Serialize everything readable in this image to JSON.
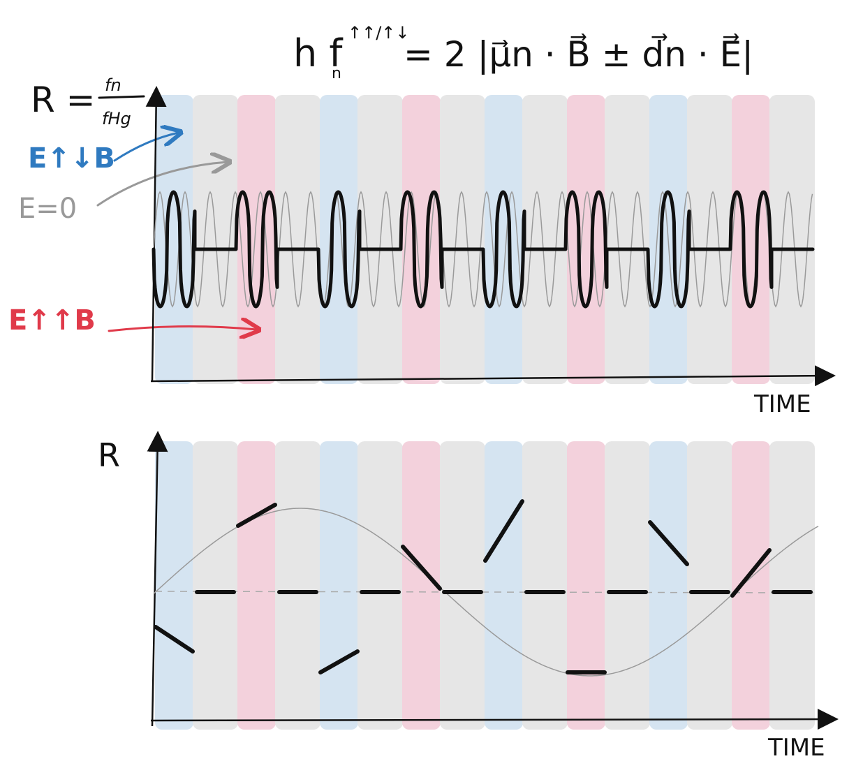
{
  "equation": {
    "lhs": "h f",
    "sub": "n",
    "sup": "↑↑/↑↓",
    "rhs": "= 2 |μ⃗n · B⃗ ± d⃗n · E⃗|"
  },
  "ratio": {
    "lhs": "R =",
    "num": "fn",
    "den": "fHg"
  },
  "legend": [
    {
      "text": "E↑↓B",
      "color": "#2f7ac0"
    },
    {
      "text": "E=0",
      "color": "#999999"
    },
    {
      "text": "E↑↑B",
      "color": "#e03a4a"
    }
  ],
  "top_plot": {
    "xlabel": "TIME"
  },
  "bottom_plot": {
    "ylabel": "R",
    "xlabel": "TIME"
  },
  "colors": {
    "anti_parallel": "#d5e4f1",
    "zero_field": "#e6e6e6",
    "parallel": "#f3d1dc"
  },
  "chart_data": {
    "type": "line",
    "xlabel": "TIME",
    "ylabel": "R",
    "band_sequence": [
      "anti-parallel",
      "zero",
      "parallel",
      "zero",
      "anti-parallel",
      "zero",
      "parallel",
      "zero",
      "anti-parallel",
      "zero",
      "parallel",
      "zero",
      "anti-parallel",
      "zero",
      "parallel",
      "zero"
    ],
    "bottom_segments": [
      {
        "band": 0,
        "y0": -0.5,
        "y1": -0.85
      },
      {
        "band": 1,
        "y0": 0.0,
        "y1": 0.0
      },
      {
        "band": 2,
        "y0": 0.95,
        "y1": 1.25
      },
      {
        "band": 3,
        "y0": 0.0,
        "y1": 0.0
      },
      {
        "band": 4,
        "y0": -1.15,
        "y1": -0.85
      },
      {
        "band": 5,
        "y0": 0.0,
        "y1": 0.0
      },
      {
        "band": 6,
        "y0": 0.65,
        "y1": 0.05
      },
      {
        "band": 7,
        "y0": 0.0,
        "y1": 0.0
      },
      {
        "band": 8,
        "y0": 0.45,
        "y1": 1.3
      },
      {
        "band": 9,
        "y0": 0.0,
        "y1": 0.0
      },
      {
        "band": 10,
        "y0": -1.15,
        "y1": -1.15
      },
      {
        "band": 11,
        "y0": 0.0,
        "y1": 0.0
      },
      {
        "band": 12,
        "y0": 1.0,
        "y1": 0.4
      },
      {
        "band": 13,
        "y0": 0.0,
        "y1": 0.0
      },
      {
        "band": 14,
        "y0": -0.05,
        "y1": 0.6
      },
      {
        "band": 15,
        "y0": 0.0,
        "y1": 0.0
      }
    ]
  }
}
